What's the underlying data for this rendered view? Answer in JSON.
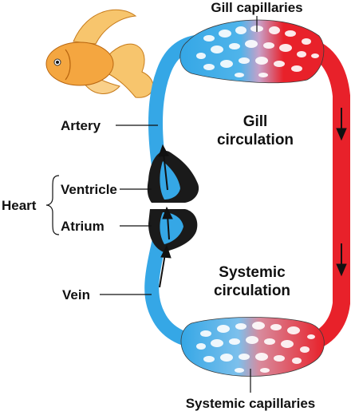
{
  "labels": {
    "gill_capillaries": "Gill capillaries",
    "gill_circulation_line1": "Gill",
    "gill_circulation_line2": "circulation",
    "artery": "Artery",
    "heart": "Heart",
    "ventricle": "Ventricle",
    "atrium": "Atrium",
    "vein": "Vein",
    "systemic_circulation_line1": "Systemic",
    "systemic_circulation_line2": "circulation",
    "systemic_capillaries": "Systemic capillaries"
  },
  "colors": {
    "oxygen_poor": "#35a7e6",
    "oxygen_rich": "#e8212a",
    "heart": "#1a1a1a",
    "fish_body": "#f4a640",
    "fish_fin": "#f7c56d",
    "arrow": "#111111"
  },
  "icons": {
    "fish": "goldfish-illustration",
    "flow_arrow": "flow-arrow-icon"
  }
}
